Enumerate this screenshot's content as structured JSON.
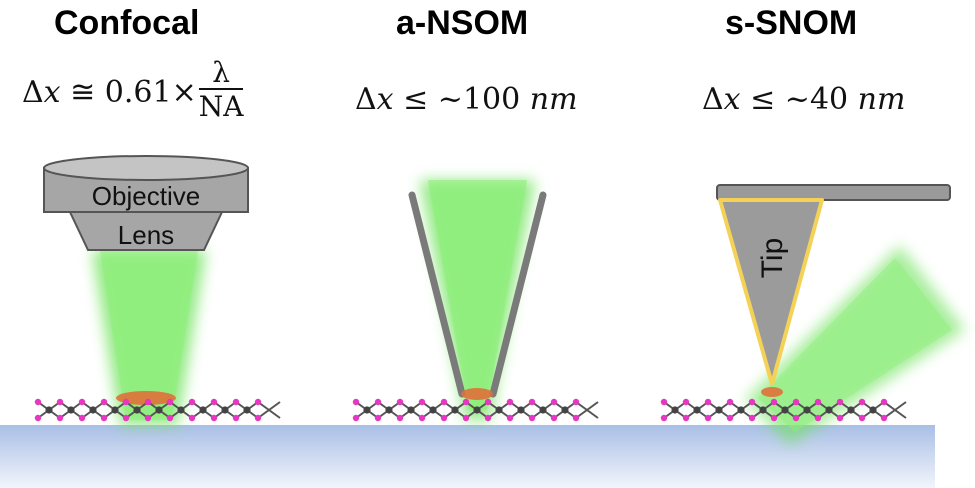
{
  "panels": [
    {
      "title": "Confocal",
      "formula": {
        "prefix": "Δ",
        "var": "x",
        "rel": " ≅ 0.61×",
        "numerator": "λ",
        "denominator": "NA"
      },
      "lens_label_1": "Objective",
      "lens_label_2": "Lens"
    },
    {
      "title": "a-NSOM",
      "formula": {
        "prefix": "Δ",
        "var": "x",
        "rel": " ≤ ~100 ",
        "unit": "nm"
      }
    },
    {
      "title": "s-SNOM",
      "formula": {
        "prefix": "Δ",
        "var": "x",
        "rel": " ≤ ~40 ",
        "unit": "nm"
      },
      "tip_label": "Tip"
    }
  ],
  "colors": {
    "beam": "#6ee35a",
    "hotspot": "#e0703a",
    "substrate_top": "#a9bfe6",
    "substrate_bottom": "#f2f5fb",
    "probe_gray": "#8a8a8a",
    "tip_outline": "#f4d257",
    "atom_pink": "#e636c2",
    "atom_gray": "#444444"
  }
}
